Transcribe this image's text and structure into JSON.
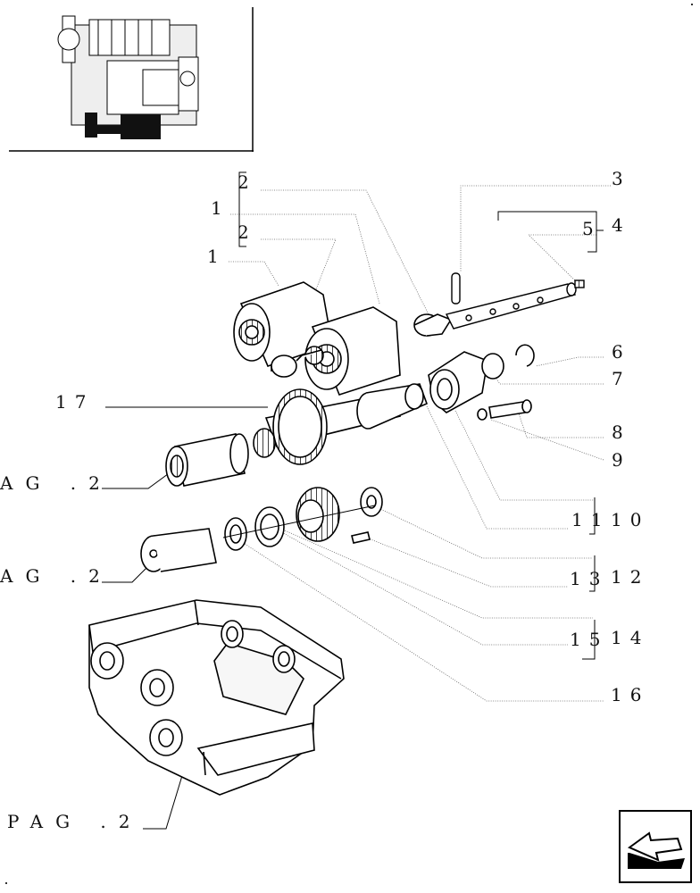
{
  "callouts": {
    "c2a": "2",
    "c1a": "1",
    "c2b": "2",
    "c1b": "1",
    "c3": "3",
    "c4": "4",
    "c5": "5",
    "c6": "6",
    "c7": "7",
    "c8": "8",
    "c9": "9",
    "c17": "17",
    "c11": "11",
    "c10": "10",
    "c13": "13",
    "c12": "12",
    "c15": "15",
    "c14": "14",
    "c16": "16"
  },
  "refs": {
    "pag1": "AG .2",
    "pag2": "AG .2",
    "pag3": "PAG .2"
  },
  "icons": {
    "thumbnail": "engine-thumbnail-icon",
    "nav": "next-page-arrow-icon"
  }
}
